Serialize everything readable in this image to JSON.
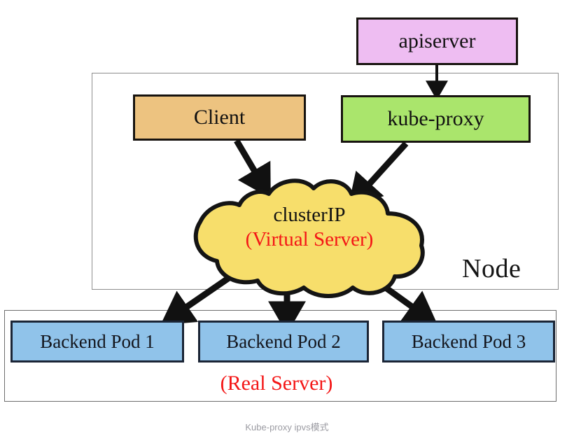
{
  "diagram": {
    "caption": "Kube-proxy ipvs模式",
    "node": {
      "label": "Node"
    },
    "boxes": {
      "apiserver": {
        "label": "apiserver",
        "color": "#eebdf2"
      },
      "client": {
        "label": "Client",
        "color": "#edc380"
      },
      "kube_proxy": {
        "label": "kube-proxy",
        "color": "#aae56c"
      }
    },
    "cloud": {
      "line1": "clusterIP",
      "line2": "(Virtual Server)",
      "color": "#f7de6b",
      "line1_color": "#121212",
      "line2_color": "#f41616"
    },
    "pods": {
      "items": [
        {
          "label": "Backend Pod 1"
        },
        {
          "label": "Backend Pod 2"
        },
        {
          "label": "Backend Pod 3"
        }
      ],
      "group_label": "(Real Server)",
      "group_label_color": "#f41616",
      "color": "#90c3ea"
    },
    "edges": [
      {
        "from": "apiserver",
        "to": "kube-proxy",
        "style": "thin-vertical"
      },
      {
        "from": "client",
        "to": "clusterIP",
        "style": "thick-diagonal"
      },
      {
        "from": "kube-proxy",
        "to": "clusterIP",
        "style": "thick-diagonal"
      },
      {
        "from": "clusterIP",
        "to": "Backend Pod 1",
        "style": "thick-diagonal"
      },
      {
        "from": "clusterIP",
        "to": "Backend Pod 2",
        "style": "thick-vertical"
      },
      {
        "from": "clusterIP",
        "to": "Backend Pod 3",
        "style": "thick-diagonal"
      }
    ]
  }
}
